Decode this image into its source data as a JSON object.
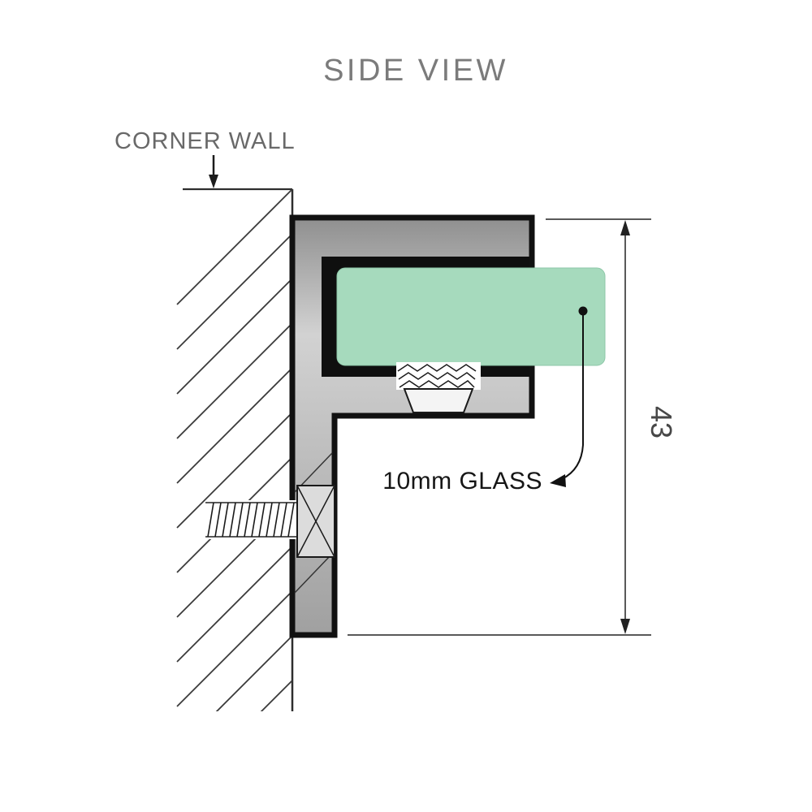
{
  "title": "SIDE VIEW",
  "labels": {
    "wall": "CORNER WALL",
    "glass": "10mm GLASS"
  },
  "dimension": {
    "value": "43"
  },
  "colors": {
    "glass": "#a6dabd",
    "channel": "#0f0f0f",
    "bracket_dark": "#8f8f8f",
    "bracket_mid": "#d2d2d2",
    "bracket_low": "#a0a0a0"
  }
}
